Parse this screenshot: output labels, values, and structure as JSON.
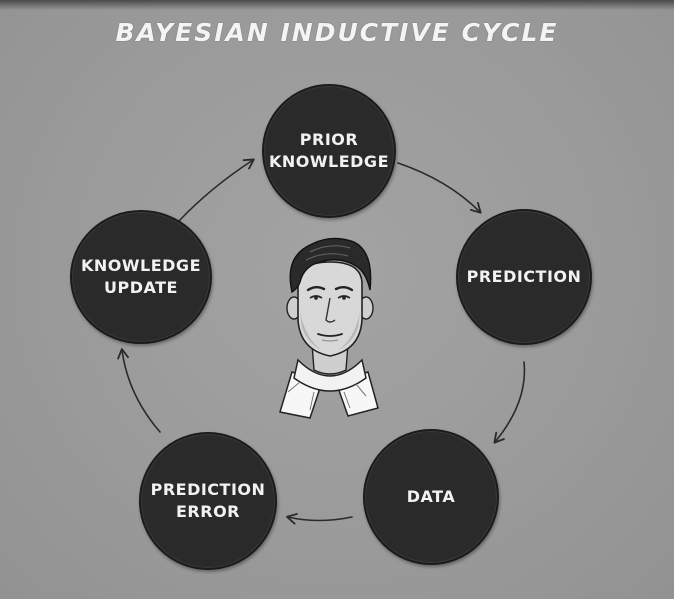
{
  "title": "BAYESIAN INDUCTIVE CYCLE",
  "nodes": {
    "prior": "PRIOR\nKNOWLEDGE",
    "prediction": "PREDICTION",
    "data": "DATA",
    "error": "PREDICTION\nERROR",
    "update": "KNOWLEDGE\nUPDATE"
  },
  "colors": {
    "background": "#9b9b9b",
    "node_fill": "#2b2a2b",
    "text": "#f2f2f2",
    "arrow": "#2a2a2a"
  },
  "icons": {
    "center": "portrait-illustration",
    "flow": "arrow-icon"
  }
}
